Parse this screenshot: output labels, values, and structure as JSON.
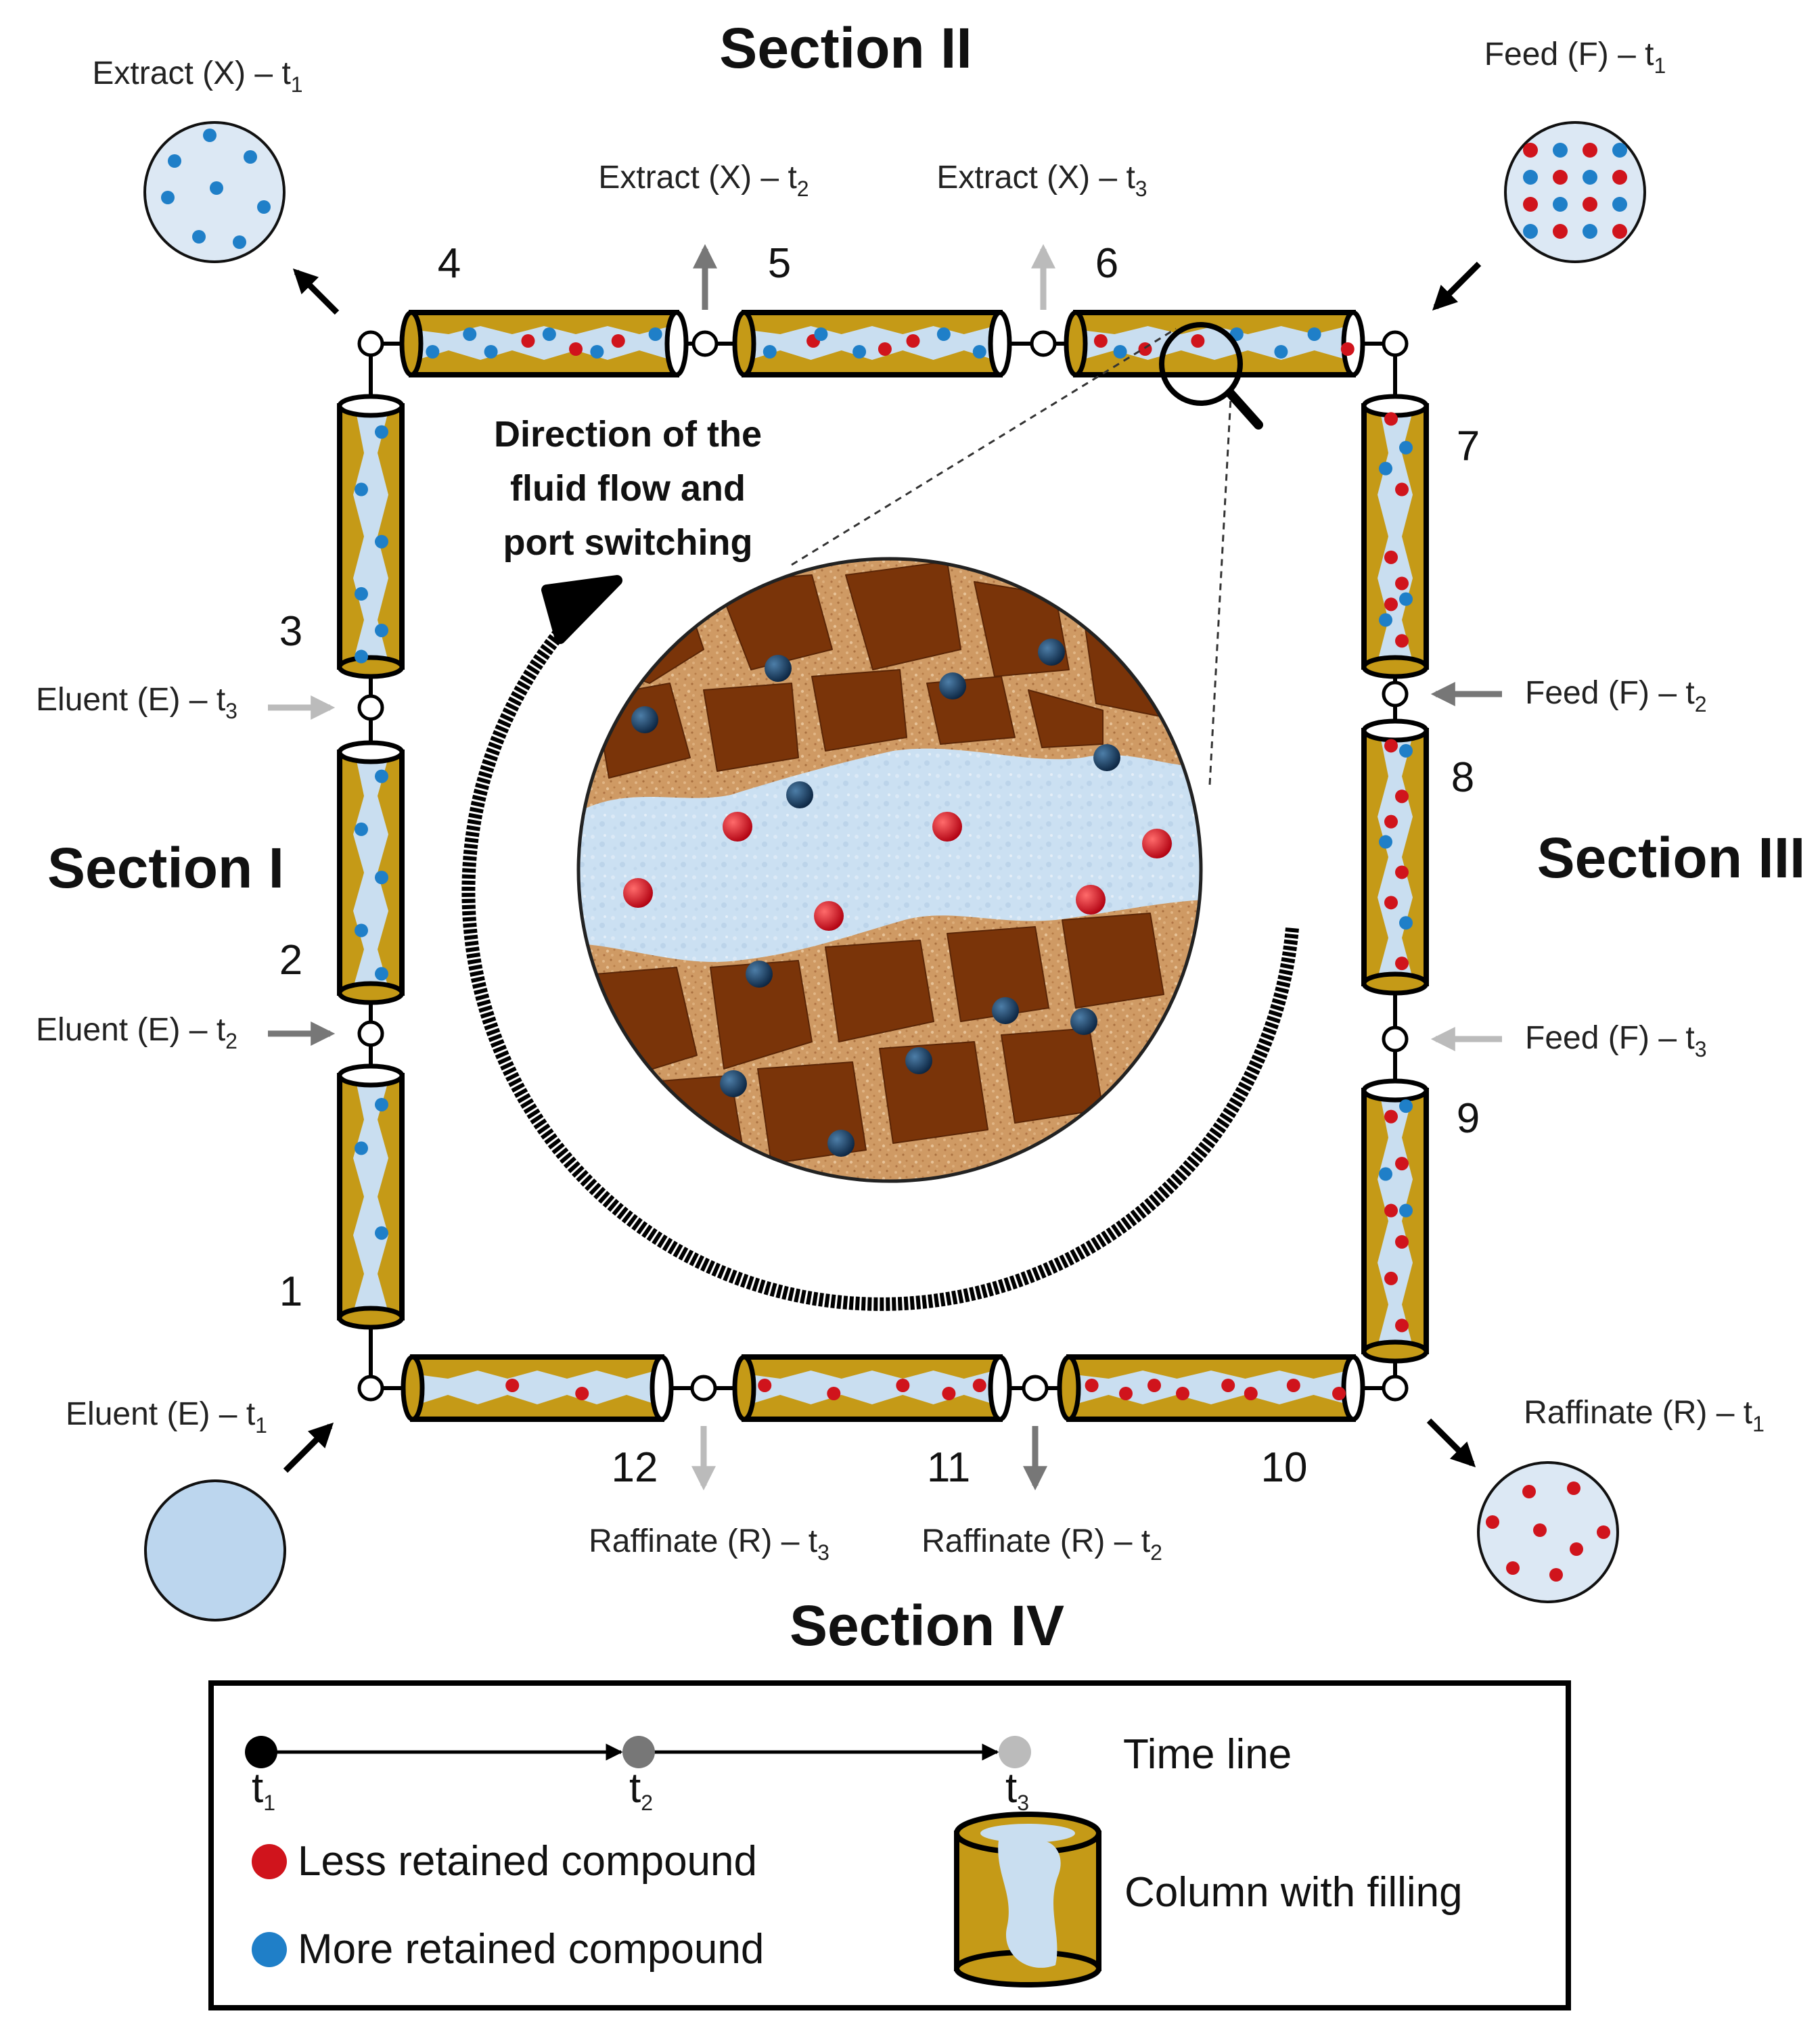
{
  "sections": {
    "s1": "Section I",
    "s2": "Section II",
    "s3": "Section III",
    "s4": "Section IV"
  },
  "column_numbers": [
    "1",
    "2",
    "3",
    "4",
    "5",
    "6",
    "7",
    "8",
    "9",
    "10",
    "11",
    "12"
  ],
  "ports": {
    "extract_t1": {
      "main": "Extract (X) – t",
      "sub": "1"
    },
    "extract_t2": {
      "main": "Extract (X) – t",
      "sub": "2"
    },
    "extract_t3": {
      "main": "Extract (X) – t",
      "sub": "3"
    },
    "feed_t1": {
      "main": "Feed (F) – t",
      "sub": "1"
    },
    "feed_t2": {
      "main": "Feed (F) – t",
      "sub": "2"
    },
    "feed_t3": {
      "main": "Feed (F) – t",
      "sub": "3"
    },
    "eluent_t1": {
      "main": "Eluent (E) – t",
      "sub": "1"
    },
    "eluent_t2": {
      "main": "Eluent (E) – t",
      "sub": "2"
    },
    "eluent_t3": {
      "main": "Eluent (E) – t",
      "sub": "3"
    },
    "raffinate_t1": {
      "main": "Raffinate (R) – t",
      "sub": "1"
    },
    "raffinate_t2": {
      "main": "Raffinate (R) – t",
      "sub": "2"
    },
    "raffinate_t3": {
      "main": "Raffinate (R) – t",
      "sub": "3"
    }
  },
  "direction_label": [
    "Direction of the",
    "fluid flow and",
    "port switching"
  ],
  "legend": {
    "timeline_label": "Time line",
    "t_main": "t",
    "t1_sub": "1",
    "t2_sub": "2",
    "t3_sub": "3",
    "less_retained": "Less retained compound",
    "more_retained": "More retained compound",
    "column_label": "Column with filling"
  },
  "colors": {
    "less_retained": "#d0141c",
    "more_retained": "#1f7fc8",
    "column_fill": "#c59a17",
    "liquid": "#c9def0",
    "particle": "#7a3409",
    "matrix": "#cf9a64",
    "t1": "#000000",
    "t2": "#777777",
    "t3": "#bbbbbb"
  }
}
